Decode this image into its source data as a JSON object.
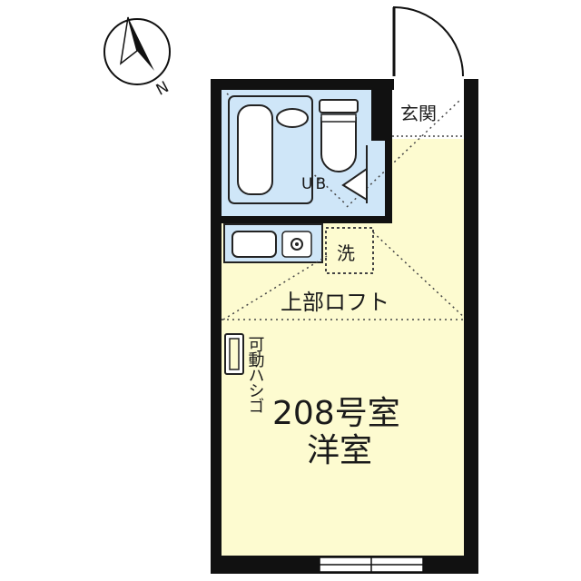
{
  "compass": {
    "north_label": "N"
  },
  "rooms": {
    "entrance": "玄関",
    "unit_bath": "UB",
    "washer": "洗",
    "loft": "上部ロフト",
    "ladder": "可動ハシゴ",
    "room_number": "208号室",
    "room_type": "洋室"
  },
  "colors": {
    "room_fill": "#fdfbd0",
    "bath_fill": "#cfe6f8",
    "wall": "#111111"
  }
}
